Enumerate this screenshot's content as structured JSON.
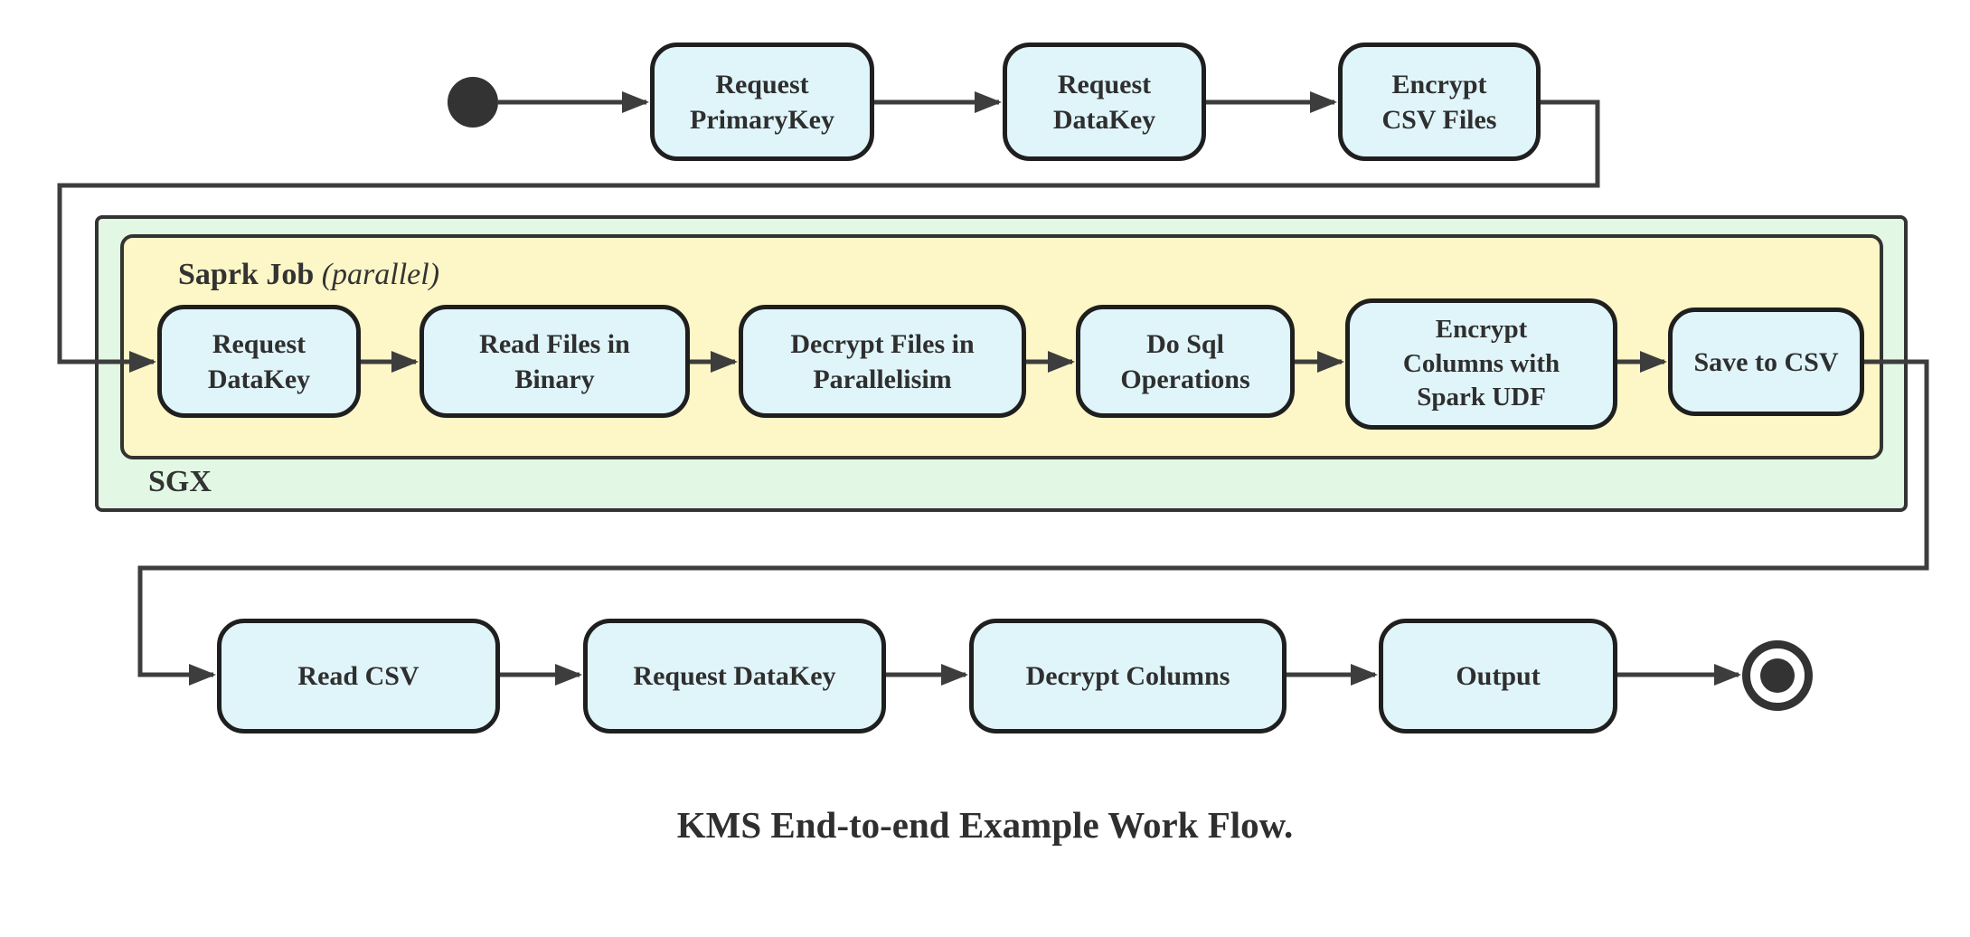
{
  "diagram": {
    "caption": "KMS End-to-end Example Work Flow.",
    "start_node": "initial-state",
    "end_node": "final-state"
  },
  "containers": {
    "spark_job": {
      "label": "Saprk Job",
      "qualifier": "(parallel)",
      "fill": "#fdf6c6"
    },
    "sgx": {
      "label": "SGX",
      "fill": "#e2f8e4"
    }
  },
  "nodes": {
    "top": [
      {
        "label": "Request\nPrimaryKey"
      },
      {
        "label": "Request\nDataKey"
      },
      {
        "label": "Encrypt\nCSV Files"
      }
    ],
    "spark": [
      {
        "label": "Request\nDataKey"
      },
      {
        "label": "Read Files in\nBinary"
      },
      {
        "label": "Decrypt Files in\nParallelisim"
      },
      {
        "label": "Do Sql\nOperations"
      },
      {
        "label": "Encrypt\nColumns with\nSpark UDF"
      },
      {
        "label": "Save to CSV"
      }
    ],
    "bottom": [
      {
        "label": "Read CSV"
      },
      {
        "label": "Request DataKey"
      },
      {
        "label": "Decrypt Columns"
      },
      {
        "label": "Output"
      }
    ]
  },
  "colors": {
    "node_fill": "#e0f5fa",
    "node_border": "#1f1f1f",
    "sgx_fill": "#e2f8e4",
    "spark_fill": "#fdf6c6",
    "wire": "#3d3d3d",
    "text": "#2f2f2f"
  }
}
